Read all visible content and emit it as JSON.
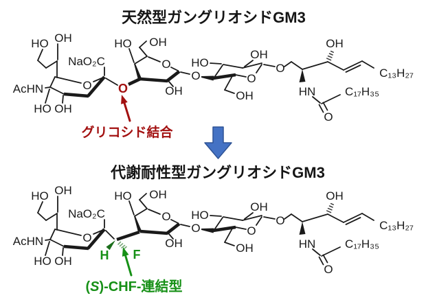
{
  "titles": {
    "natural": "天然型ガングリオシドGM3",
    "resistant": "代謝耐性型ガングリオシドGM3"
  },
  "labels": {
    "sialic_ho_chain": "HO",
    "sialic_oh_chain": "OH",
    "sialic_carboxylate": "NaO₂C",
    "sialic_achn": "AcHN",
    "sialic_ring_o": "O",
    "sialic_ho_bottom": "HO",
    "sialic_oh_bottom": "OH",
    "gal_ho": "HO",
    "gal_oh_top": "OH",
    "gal_ring_o": "O",
    "gal_oh_bottom": "OH",
    "link_o_gal_glc": "O",
    "glc_ho": "HO",
    "glc_oh_top": "OH",
    "glc_ring_o": "O",
    "glc_oh_ch2": "OH",
    "link_o_glc_cer": "O",
    "cer_oh": "OH",
    "cer_hn": "HN",
    "cer_acyl": "C₁₇H₃₅",
    "cer_carbonyl_o": "O",
    "cer_alkyl": "C₁₃H₂₇"
  },
  "top_structure": {
    "glycosidic_o": "O"
  },
  "bottom_structure": {
    "h_label": "H",
    "f_label": "F"
  },
  "annotations": {
    "glycosidic": {
      "text": "グリコシド結合",
      "color": "#A21010"
    },
    "chf": {
      "open": "(",
      "s": "S",
      "rest": ")-CHF-連結型",
      "color": "#169016"
    }
  },
  "colors": {
    "bond": "#1a1a1a",
    "red_annotation": "#A21010",
    "green_annotation": "#169016",
    "blue_arrow_fill": "#4472C4",
    "blue_arrow_stroke": "#2E5395"
  }
}
